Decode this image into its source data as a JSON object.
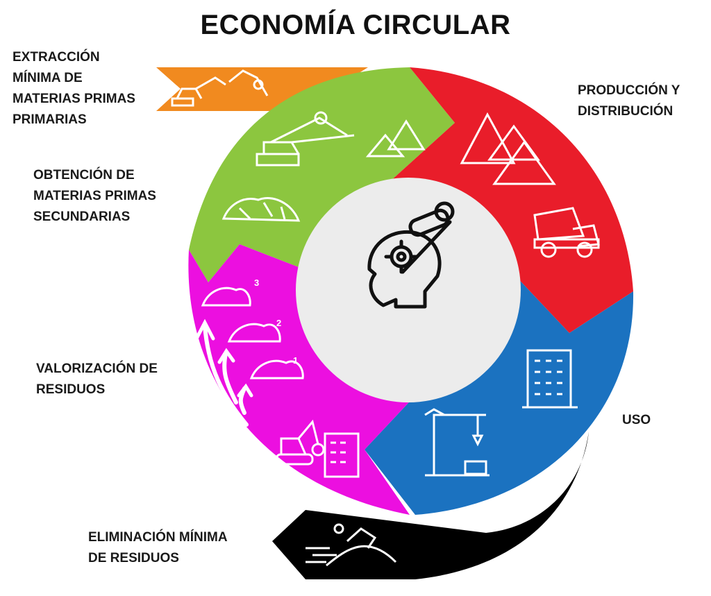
{
  "title": "ECONOMÍA CIRCULAR",
  "stages": {
    "extraction": {
      "lines": [
        "EXTRACCIÓN",
        "MÍNIMA DE",
        "MATERIAS PRIMAS",
        "PRIMARIAS"
      ],
      "color": "#f18a1f"
    },
    "production": {
      "lines": [
        "PRODUCCIÓN Y",
        "DISTRIBUCIÓN"
      ],
      "color": "#e91d2a"
    },
    "secondary": {
      "lines": [
        "OBTENCIÓN DE",
        "MATERIAS PRIMAS",
        "SECUNDARIAS"
      ],
      "color": "#8cc63f"
    },
    "valorization": {
      "lines": [
        "VALORIZACIÓN DE",
        "RESIDUOS"
      ],
      "color": "#ec0fe0"
    },
    "use": {
      "lines": [
        "USO"
      ],
      "color": "#1b72c0"
    },
    "elimination": {
      "lines": [
        "ELIMINACIÓN MÍNIMA",
        "DE RESIDUOS"
      ],
      "color": "#000000"
    }
  },
  "pile_numbers": [
    "1",
    "2",
    "3"
  ],
  "icons": {
    "center": "head-gear-lightbulb-icon",
    "extraction": "excavator-mining-icon",
    "secondary": [
      "bucket-wheel-excavator-icon",
      "rubble-pile-icon"
    ],
    "production": [
      "sand-piles-icon",
      "dump-truck-icon"
    ],
    "use": [
      "office-building-icon",
      "tower-crane-icon"
    ],
    "valorization": [
      "rubble-piles-numbered-icon",
      "upward-arrows-icon",
      "demolition-excavator-icon"
    ],
    "elimination": "landfill-bulldozer-icon"
  }
}
